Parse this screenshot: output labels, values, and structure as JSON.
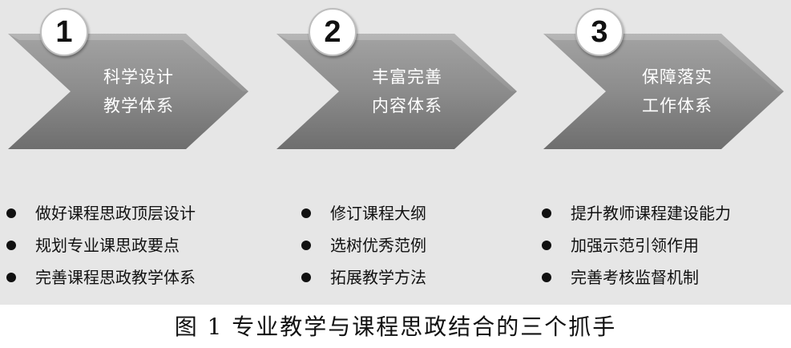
{
  "steps": [
    {
      "number": "1",
      "label_line1": "科学设计",
      "label_line2": "教学体系",
      "bullets": [
        "做好课程思政顶层设计",
        "规划专业课思政要点",
        "完善课程思政教学体系"
      ]
    },
    {
      "number": "2",
      "label_line1": "丰富完善",
      "label_line2": "内容体系",
      "bullets": [
        "修订课程大纲",
        "选树优秀范例",
        "拓展教学方法"
      ]
    },
    {
      "number": "3",
      "label_line1": "保障落实",
      "label_line2": "工作体系",
      "bullets": [
        "提升教师课程建设能力",
        "加强示范引领作用",
        "完善考核监督机制"
      ]
    }
  ],
  "caption": "图 1  专业教学与课程思政结合的三个抓手"
}
